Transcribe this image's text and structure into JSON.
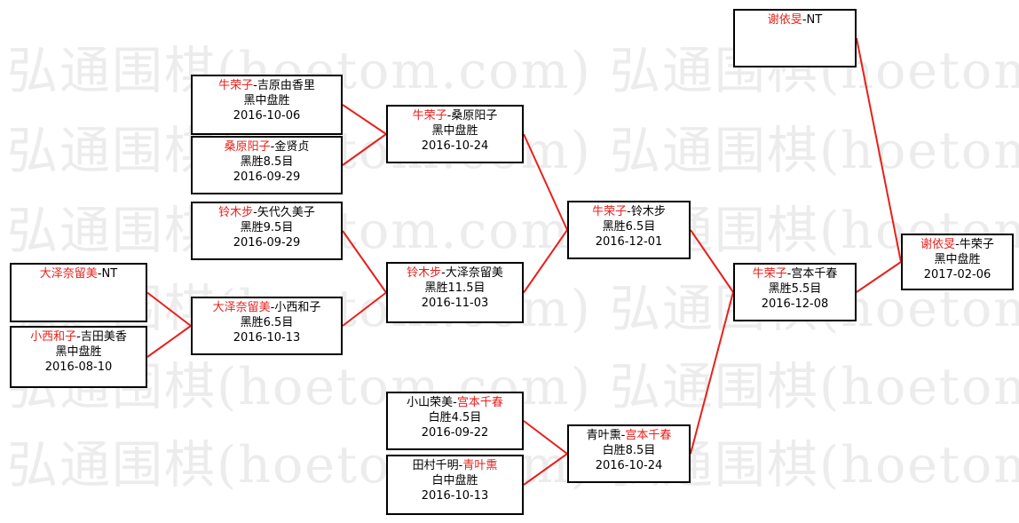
{
  "watermark": "弘通围棋(hoetom.com) 弘通围棋(hoetom.com)",
  "colors": {
    "winner": "#e8201c",
    "line": "#e8201c",
    "text": "#000000",
    "border": "#000000"
  },
  "matches": [
    {
      "id": "m1",
      "p1": "牛荣子",
      "p2": "吉原由香里",
      "winner": 1,
      "result": "黑中盘胜",
      "date": "2016-10-06"
    },
    {
      "id": "m2",
      "p1": "桑原阳子",
      "p2": "金贤贞",
      "winner": 1,
      "result": "黑胜8.5目",
      "date": "2016-09-29"
    },
    {
      "id": "m3",
      "p1": "铃木步",
      "p2": "矢代久美子",
      "winner": 1,
      "result": "黑胜9.5目",
      "date": "2016-09-29"
    },
    {
      "id": "m4",
      "p1": "大泽奈留美",
      "p2": "NT",
      "winner": 1,
      "result": "",
      "date": ""
    },
    {
      "id": "m5",
      "p1": "小西和子",
      "p2": "吉田美香",
      "winner": 1,
      "result": "黑中盘胜",
      "date": "2016-08-10"
    },
    {
      "id": "m6",
      "p1": "大泽奈留美",
      "p2": "小西和子",
      "winner": 1,
      "result": "黑胜6.5目",
      "date": "2016-10-13"
    },
    {
      "id": "m7",
      "p1": "牛荣子",
      "p2": "桑原阳子",
      "winner": 1,
      "result": "黑中盘胜",
      "date": "2016-10-24"
    },
    {
      "id": "m8",
      "p1": "铃木步",
      "p2": "大泽奈留美",
      "winner": 1,
      "result": "黑胜11.5目",
      "date": "2016-11-03"
    },
    {
      "id": "m9",
      "p1": "小山荣美",
      "p2": "宫本千春",
      "winner": 2,
      "result": "白胜4.5目",
      "date": "2016-09-22"
    },
    {
      "id": "m10",
      "p1": "田村千明",
      "p2": "青叶熏",
      "winner": 2,
      "result": "白中盘胜",
      "date": "2016-10-13"
    },
    {
      "id": "m11",
      "p1": "牛荣子",
      "p2": "铃木步",
      "winner": 1,
      "result": "黑胜6.5目",
      "date": "2016-12-01"
    },
    {
      "id": "m12",
      "p1": "青叶熏",
      "p2": "宫本千春",
      "winner": 2,
      "result": "白胜8.5目",
      "date": "2016-10-24"
    },
    {
      "id": "m13",
      "p1": "牛荣子",
      "p2": "宫本千春",
      "winner": 1,
      "result": "黑胜5.5目",
      "date": "2016-12-08"
    },
    {
      "id": "m14",
      "p1": "谢依旻",
      "p2": "NT",
      "winner": 1,
      "result": "",
      "date": ""
    },
    {
      "id": "m15",
      "p1": "谢依旻",
      "p2": "牛荣子",
      "winner": 1,
      "result": "黑中盘胜",
      "date": "2017-02-06"
    }
  ],
  "links": [
    [
      "m1",
      "m7"
    ],
    [
      "m2",
      "m7"
    ],
    [
      "m3",
      "m8"
    ],
    [
      "m4",
      "m6"
    ],
    [
      "m5",
      "m6"
    ],
    [
      "m6",
      "m8"
    ],
    [
      "m7",
      "m11"
    ],
    [
      "m8",
      "m11"
    ],
    [
      "m9",
      "m12"
    ],
    [
      "m10",
      "m12"
    ],
    [
      "m11",
      "m13"
    ],
    [
      "m12",
      "m13"
    ],
    [
      "m13",
      "m15"
    ],
    [
      "m14",
      "m15"
    ]
  ]
}
